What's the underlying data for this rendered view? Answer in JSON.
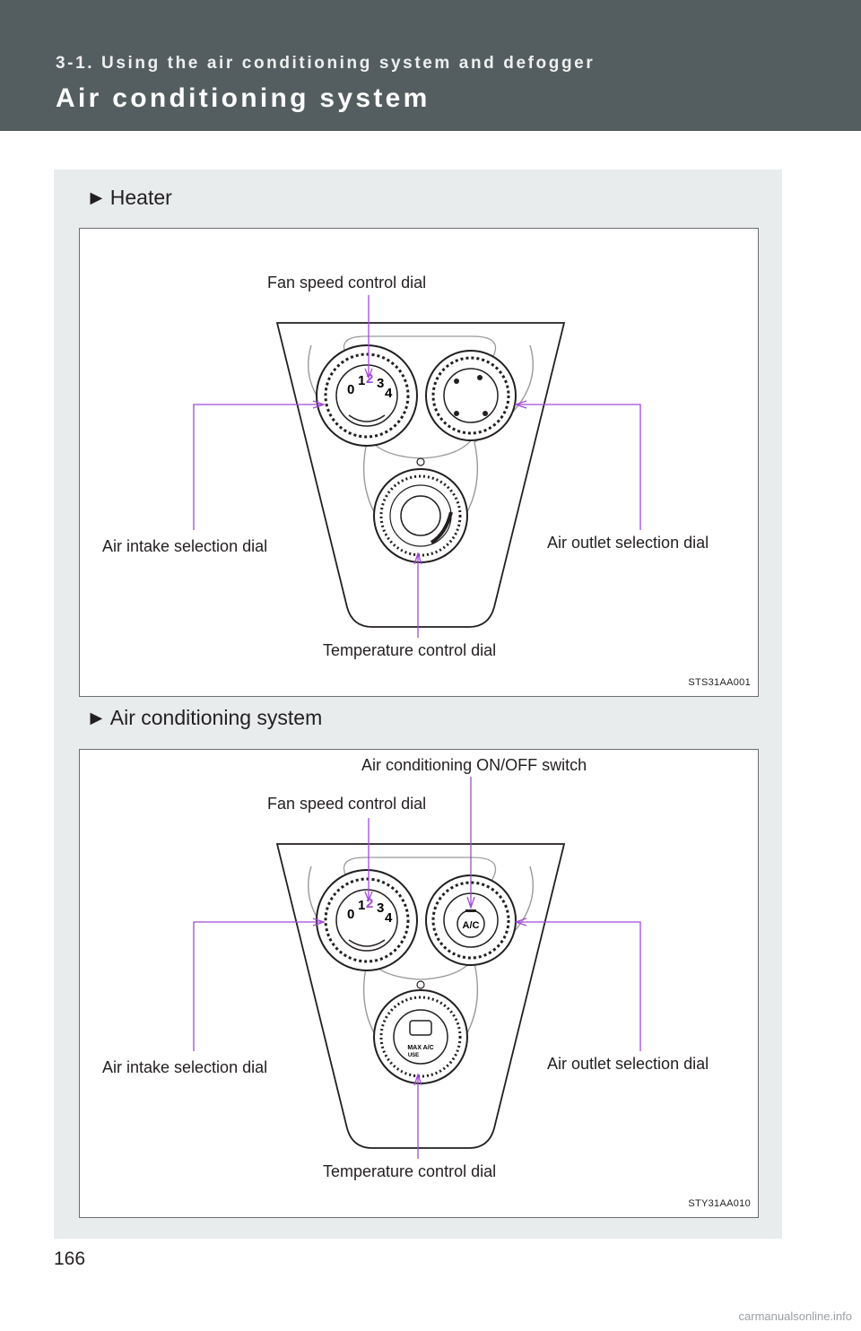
{
  "header": {
    "section": "3-1. Using the air conditioning system and defogger",
    "title": "Air conditioning system"
  },
  "figures": [
    {
      "heading": "Heater",
      "code": "STS31AA001",
      "labels": {
        "fan_speed": "Fan speed control dial",
        "air_intake": "Air intake selection dial",
        "air_outlet": "Air outlet selection dial",
        "temperature": "Temperature control dial"
      },
      "dial_numbers": [
        "0",
        "1",
        "2",
        "3",
        "4"
      ]
    },
    {
      "heading": "Air conditioning system",
      "code": "STY31AA010",
      "labels": {
        "ac_switch": "Air conditioning ON/OFF switch",
        "fan_speed": "Fan speed control dial",
        "air_intake": "Air intake selection dial",
        "air_outlet": "Air outlet selection dial",
        "temperature": "Temperature control dial"
      },
      "dial_numbers": [
        "0",
        "1",
        "2",
        "3",
        "4"
      ],
      "ac_button": "A/C",
      "max_ac": "MAX A/C",
      "use": "USE"
    }
  ],
  "page_number": "166",
  "watermark": "carmanualsonline.info",
  "colors": {
    "header_bg": "#545e60",
    "panel_bg": "#e9eced",
    "leader": "#a24ad8"
  }
}
